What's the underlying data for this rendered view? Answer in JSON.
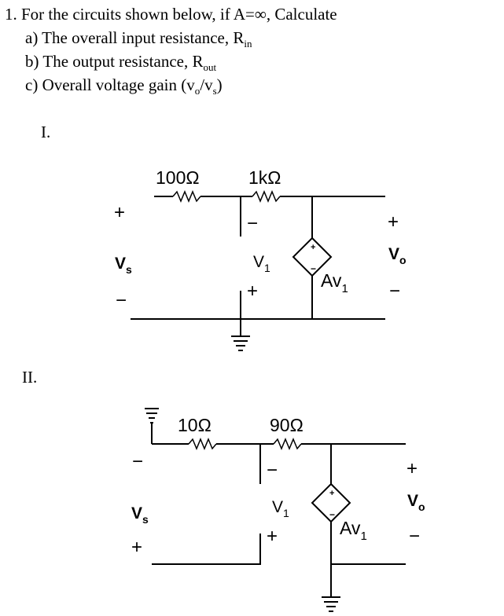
{
  "question": {
    "title": "1. For the circuits shown below, if A=∞, Calculate",
    "part_a": "a) The overall input resistance, R",
    "part_a_sub": "in",
    "part_b": "b) The output resistance, R",
    "part_b_sub": "out",
    "part_c_pre": "c) Overall voltage gain (v",
    "part_c_sub1": "o",
    "part_c_mid": "/v",
    "part_c_sub2": "s",
    "part_c_post": ")"
  },
  "circuit1": {
    "label": "I.",
    "r1": "100Ω",
    "r2": "1kΩ",
    "vs": "V",
    "vs_sub": "s",
    "vs_plus": "+",
    "vs_minus": "−",
    "v1": "V",
    "v1_sub": "1",
    "v1_minus": "−",
    "v1_plus": "+",
    "source": "Av",
    "source_sub": "1",
    "vo": "V",
    "vo_sub": "o",
    "vo_plus": "+",
    "vo_minus": "−"
  },
  "circuit2": {
    "label": "II.",
    "r1": "10Ω",
    "r2": "90Ω",
    "vs": "V",
    "vs_sub": "s",
    "vs_minus": "−",
    "vs_plus": "+",
    "v1": "V",
    "v1_sub": "1",
    "v1_minus": "−",
    "v1_plus": "+",
    "source": "Av",
    "source_sub": "1",
    "vo": "V",
    "vo_sub": "o",
    "vo_plus": "+",
    "vo_minus": "−"
  }
}
